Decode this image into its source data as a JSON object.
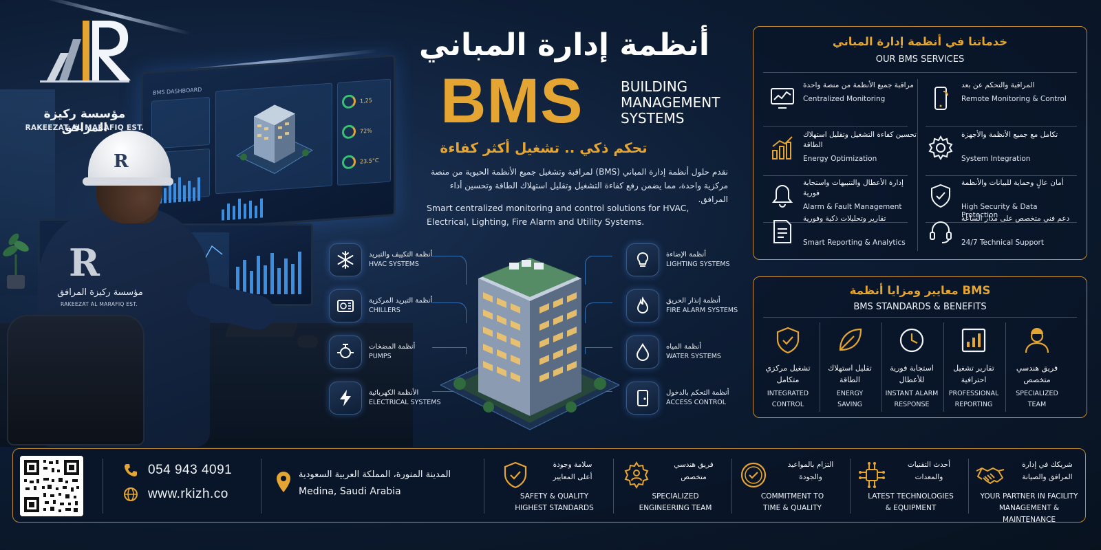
{
  "brand": {
    "name_ar": "مؤسسة ركيزة المرافق",
    "name_en": "RAKEEZAT AL MARAFIQ EST.",
    "mark": "R"
  },
  "dashboard": {
    "title": "BMS DASHBOARD",
    "kpis": [
      "1,25",
      "72%",
      "23.5°C"
    ]
  },
  "hero": {
    "title_ar": "أنظمة إدارة المباني",
    "title_en": "BMS",
    "subtitle_line1": "BUILDING",
    "subtitle_line2": "MANAGEMENT",
    "subtitle_line3": "SYSTEMS",
    "slogan_ar": "تحكم ذكي .. تشغيل أكثر كفاءة",
    "desc_ar": "نقدم حلول أنظمة إدارة المباني (BMS) لمراقبة وتشغيل جميع الأنظمة الحيوية من منصة مركزية واحدة، مما يضمن رفع كفاءة التشغيل وتقليل استهلاك الطاقة وتحسين أداء المرافق.",
    "desc_en": "Smart centralized monitoring and control solutions for HVAC, Electrical, Lighting, Fire Alarm and Utility Systems."
  },
  "systems_left": [
    {
      "ar": "أنظمة التكييف والتبريد",
      "en": "HVAC SYSTEMS",
      "icon": "snowflake-icon"
    },
    {
      "ar": "أنظمة التبريد المركزية",
      "en": "CHILLERS",
      "icon": "chiller-icon"
    },
    {
      "ar": "أنظمة المضخات",
      "en": "PUMPS",
      "icon": "pump-icon"
    },
    {
      "ar": "الأنظمة الكهربائية",
      "en": "ELECTRICAL SYSTEMS",
      "icon": "lightning-icon"
    }
  ],
  "systems_right": [
    {
      "ar": "أنظمة الإضاءة",
      "en": "LIGHTING SYSTEMS",
      "icon": "bulb-icon"
    },
    {
      "ar": "أنظمة إنذار الحريق",
      "en": "FIRE ALARM SYSTEMS",
      "icon": "flame-icon"
    },
    {
      "ar": "أنظمة المياه",
      "en": "WATER SYSTEMS",
      "icon": "water-drop-icon"
    },
    {
      "ar": "أنظمة التحكم بالدخول",
      "en": "ACCESS CONTROL",
      "icon": "door-access-icon"
    }
  ],
  "services": {
    "title_ar": "خدماتنا في أنظمة إدارة المباني",
    "title_en": "OUR BMS SERVICES",
    "items": [
      {
        "ar": "مراقبة جميع الأنظمة من منصة واحدة",
        "en": "Centralized Monitoring",
        "icon": "monitor-chart-icon"
      },
      {
        "ar": "المراقبة والتحكم عن بعد",
        "en": "Remote Monitoring & Control",
        "icon": "mobile-icon"
      },
      {
        "ar": "تحسين كفاءة التشغيل وتقليل استهلاك الطاقة",
        "en": "Energy Optimization",
        "icon": "bar-growth-icon"
      },
      {
        "ar": "تكامل مع جميع الأنظمة والأجهزة",
        "en": "System Integration",
        "icon": "gear-icon"
      },
      {
        "ar": "إدارة الأعطال والتنبيهات واستجابة فورية",
        "en": "Alarm & Fault Management",
        "icon": "bell-icon"
      },
      {
        "ar": "أمان عالٍ وحماية للبيانات والأنظمة",
        "en": "High Security & Data Protection",
        "icon": "shield-icon"
      },
      {
        "ar": "تقارير وتحليلات ذكية وفورية",
        "en": "Smart Reporting & Analytics",
        "icon": "report-icon"
      },
      {
        "ar": "دعم فني متخصص على مدار الساعة",
        "en": "24/7 Technical Support",
        "icon": "headset-icon"
      }
    ]
  },
  "standards": {
    "title_ar": "معايير ومزايا أنظمة BMS",
    "title_en": "BMS STANDARDS & BENEFITS",
    "items": [
      {
        "ar1": "تشغيل مركزي",
        "ar2": "متكامل",
        "en1": "INTEGRATED",
        "en2": "CONTROL",
        "icon": "shield-check-icon"
      },
      {
        "ar1": "تقليل استهلاك",
        "ar2": "الطاقة",
        "en1": "ENERGY",
        "en2": "SAVING",
        "icon": "leaf-icon"
      },
      {
        "ar1": "استجابة فورية",
        "ar2": "للأعطال",
        "en1": "INSTANT ALARM",
        "en2": "RESPONSE",
        "icon": "clock-icon"
      },
      {
        "ar1": "تقارير تشغيل",
        "ar2": "احترافية",
        "en1": "PROFESSIONAL",
        "en2": "REPORTING",
        "icon": "report-bars-icon"
      },
      {
        "ar1": "فريق هندسي",
        "ar2": "متخصص",
        "en1": "SPECIALIZED",
        "en2": "TEAM",
        "icon": "engineer-icon"
      }
    ]
  },
  "footer": {
    "phone": "054 943 4091",
    "website": "www.rkizh.co",
    "location_ar": "المدينة المنورة، المملكة العربية السعودية",
    "location_en": "Medina, Saudi Arabia",
    "features": [
      {
        "ar1": "سلامة وجودة",
        "ar2": "أعلى المعايير",
        "en1": "SAFETY & QUALITY",
        "en2": "HIGHEST STANDARDS",
        "icon": "shield-check-icon"
      },
      {
        "ar1": "فريق هندسي",
        "ar2": "متخصص",
        "en1": "SPECIALIZED",
        "en2": "ENGINEERING TEAM",
        "icon": "gear-people-icon"
      },
      {
        "ar1": "التزام بالمواعيد",
        "ar2": "والجودة",
        "en1": "COMMITMENT TO",
        "en2": "TIME & QUALITY",
        "icon": "badge-check-icon"
      },
      {
        "ar1": "أحدث التقنيات",
        "ar2": "والمعدات",
        "en1": "LATEST TECHNOLOGIES",
        "en2": "& EQUIPMENT",
        "icon": "circuit-icon"
      },
      {
        "ar1": "شريكك في إدارة",
        "ar2": "المرافق والصيانة",
        "en1": "YOUR PARTNER IN FACILITY",
        "en2": "MANAGEMENT & MAINTENANCE",
        "icon": "handshake-icon"
      }
    ]
  },
  "colors": {
    "accent": "#e5a532",
    "panel_border": "#c68a2a",
    "background": "#0a1628",
    "glow": "#4aa3ff"
  }
}
